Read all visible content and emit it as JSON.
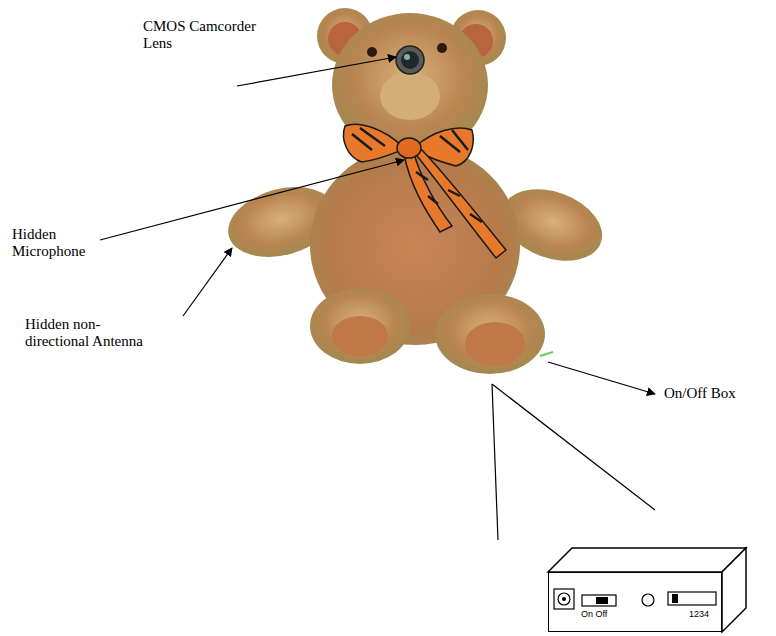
{
  "diagram": {
    "nodes": [
      {
        "text": [
          "On Off",
          "1234"
        ]
      }
    ],
    "labels": [
      "CMOS Camcorder Lens",
      "Hidden Microphone",
      "Hidden non-directional Antenna",
      "On/Off Box"
    ]
  }
}
